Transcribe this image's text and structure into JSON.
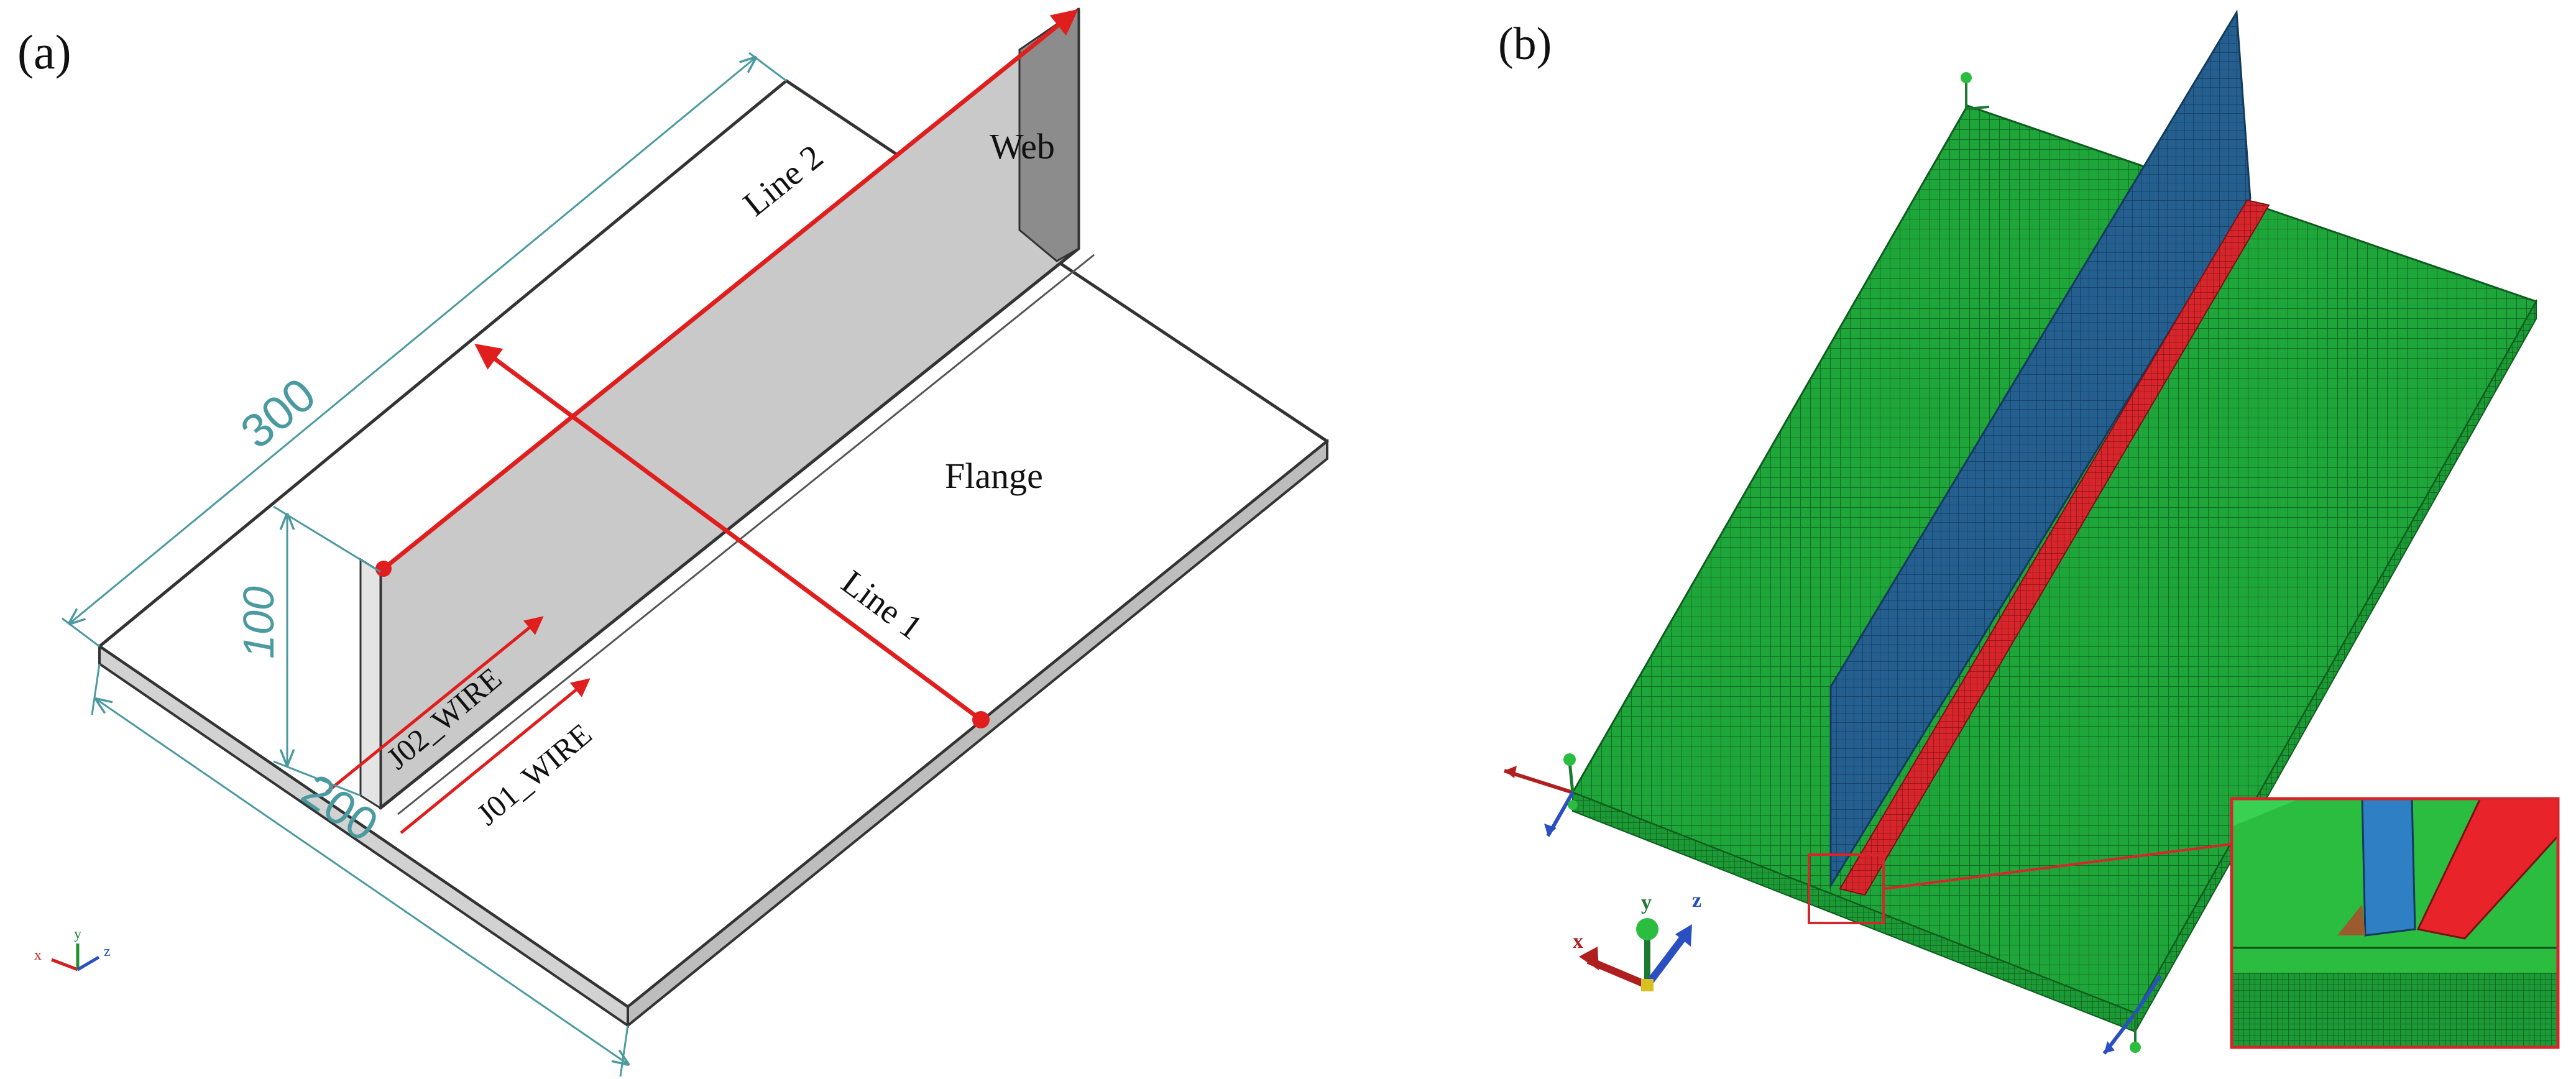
{
  "panel_a": {
    "label": "(a)",
    "dim_length": "300",
    "dim_width": "200",
    "dim_height": "100",
    "web_label": "Web",
    "flange_label": "Flange",
    "line1_label": "Line 1",
    "line2_label": "Line 2",
    "wire1_label": "J01_WIRE",
    "wire2_label": "J02_WIRE",
    "axes": {
      "x": "x",
      "y": "y",
      "z": "z"
    }
  },
  "panel_b": {
    "label": "(b)",
    "axes": {
      "x": "x",
      "y": "y",
      "z": "z"
    }
  },
  "colors": {
    "dimension": "#4a9aa0",
    "accent_red": "#e01e1e",
    "web_fill": "#c9c9c9",
    "mesh_green": "#1fa63a",
    "mesh_blue": "#245f8f",
    "weld_red": "#d7262b"
  }
}
